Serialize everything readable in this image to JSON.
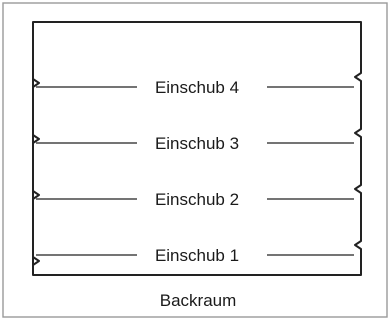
{
  "diagram": {
    "caption": "Backraum",
    "racks": [
      {
        "label": "Einschub 4"
      },
      {
        "label": "Einschub 3"
      },
      {
        "label": "Einschub 2"
      },
      {
        "label": "Einschub 1"
      }
    ]
  }
}
